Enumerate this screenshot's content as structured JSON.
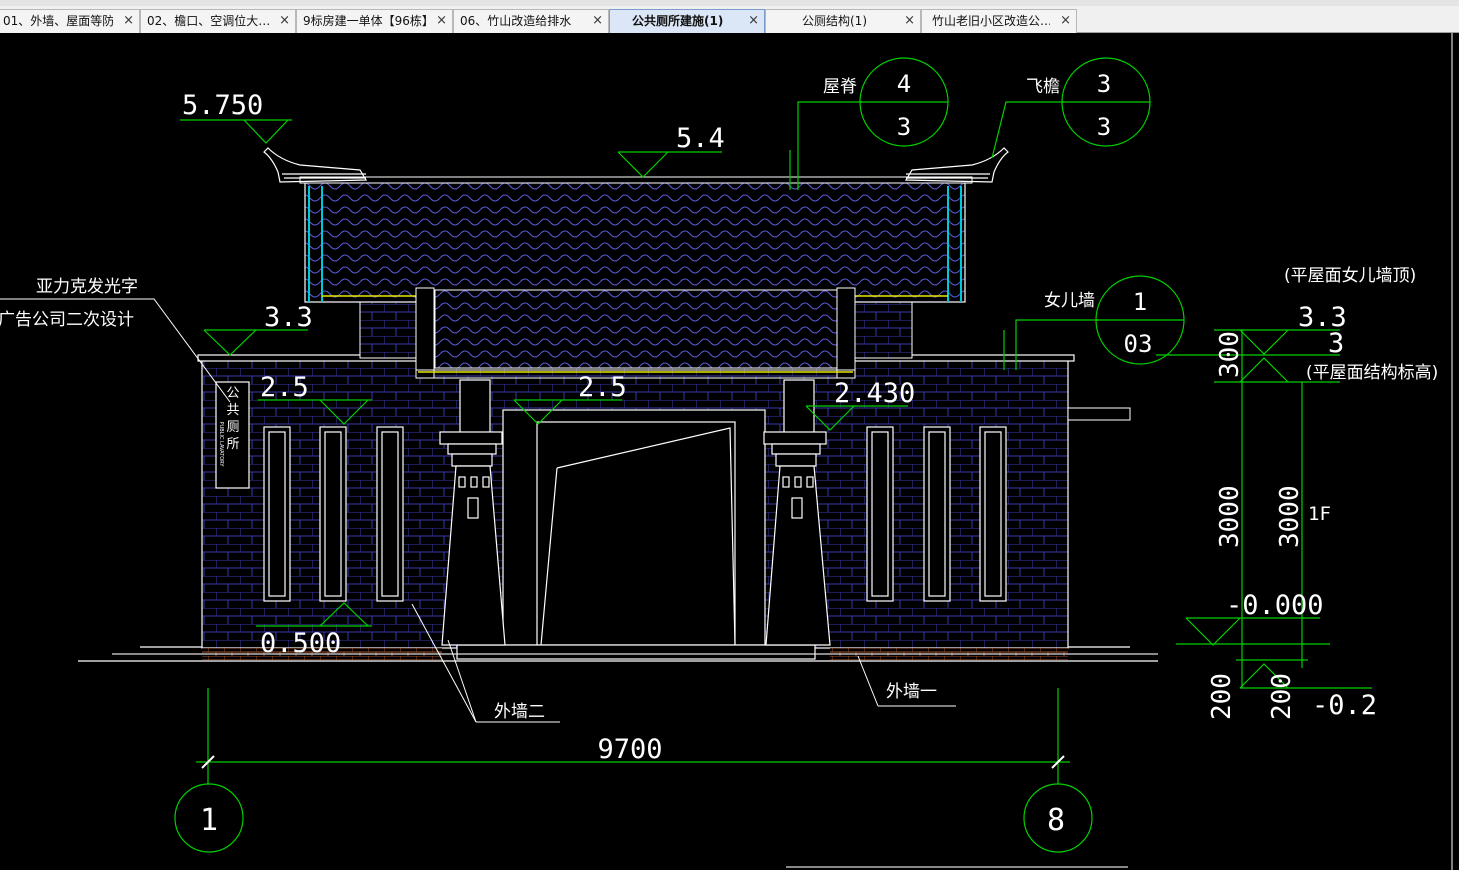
{
  "tabs": [
    {
      "label": "01、外墙、屋面等防…",
      "active": false
    },
    {
      "label": "02、檐口、空调位大…",
      "active": false
    },
    {
      "label": "9标房建一单体【96栋】",
      "active": false
    },
    {
      "label": "06、竹山改造给排水",
      "active": false
    },
    {
      "label": "公共厕所建施(1)",
      "active": true
    },
    {
      "label": "公厕结构(1)",
      "active": false
    },
    {
      "label": "竹山老旧小区改造公…",
      "active": false
    }
  ],
  "tab_close_glyph": "×",
  "drawing": {
    "elevations": {
      "ridge_top": "5.750",
      "ridge": "5.4",
      "parapet_left": "3.3",
      "eave_left": "2.5",
      "eave_center": "2.5",
      "eave_right": "2.430",
      "sill": "0.500",
      "parapet_top": "3.3",
      "structure_top": "3",
      "ground": "-0.000",
      "outdoor": "-0.2"
    },
    "annotations": {
      "roof_ridge": "屋脊",
      "flying_eave": "飞檐",
      "parapet_wall": "女儿墙",
      "sign_line1": "亚力克发光字",
      "sign_line2": "广告公司二次设计",
      "parapet_top_note": "(平屋面女儿墙顶)",
      "structure_note": "(平屋面结构标高)",
      "ext_wall_2": "外墙二",
      "ext_wall_1": "外墙一",
      "floor": "1F",
      "sign_board": "公共厕所",
      "sign_board_en": "PUBLIC LAVATORY"
    },
    "detail_callouts": [
      {
        "top": "4",
        "bottom": "3"
      },
      {
        "top": "3",
        "bottom": "3"
      },
      {
        "top": "1",
        "bottom": "03"
      }
    ],
    "dimensions": {
      "overall_width": "9700",
      "height_300": "300",
      "height_3000_a": "3000",
      "height_3000_b": "3000",
      "height_200_a": "200",
      "height_200_b": "200"
    },
    "grid_axes": [
      "1",
      "8"
    ],
    "colors": {
      "background": "#000000",
      "line_white": "#ffffff",
      "line_green": "#00d000",
      "line_cyan": "#00c8d8",
      "line_yellow": "#e8e800",
      "tile_blue": "#4040c8",
      "brick_brown": "#a05030",
      "dim_gray": "#bbbbbb"
    }
  }
}
